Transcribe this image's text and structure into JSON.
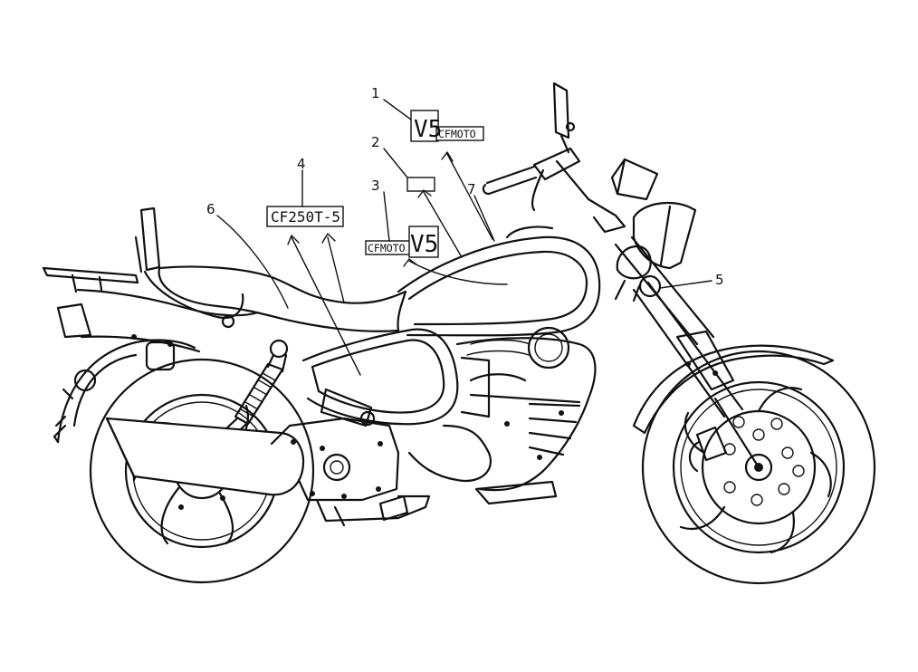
{
  "callouts": [
    {
      "id": "1",
      "label": "1"
    },
    {
      "id": "2",
      "label": "2"
    },
    {
      "id": "3",
      "label": "3"
    },
    {
      "id": "4",
      "label": "4"
    },
    {
      "id": "5",
      "label": "5"
    },
    {
      "id": "6",
      "label": "6"
    },
    {
      "id": "7",
      "label": "7"
    }
  ],
  "decals": {
    "tank_badge_upper": {
      "big": "V5",
      "small": "CFMOTO"
    },
    "tank_badge_lower": {
      "big": "V5",
      "small": "CFMOTO"
    },
    "side_cover": {
      "text": "CF250T-5"
    }
  }
}
